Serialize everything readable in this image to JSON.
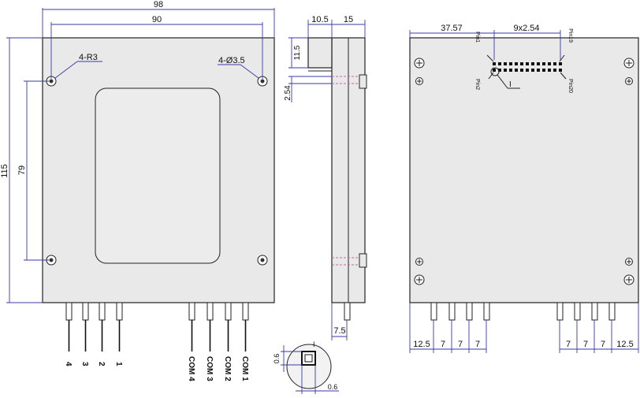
{
  "front_view": {
    "dims": {
      "overall_width": "98",
      "hole_spacing_width": "90",
      "overall_height": "115",
      "hole_spacing_height": "79"
    },
    "callouts": {
      "corner_radius": "4-R3",
      "hole_diameter": "4-Ø3.5"
    },
    "pin_labels_left": [
      "4",
      "3",
      "2",
      "1"
    ],
    "pin_labels_right": [
      "COM 4",
      "COM 3",
      "COM 2",
      "COM 1"
    ]
  },
  "side_view": {
    "dims": {
      "depth_a": "10.5",
      "depth_b": "15",
      "pin_height": "11.5",
      "pin_pitch": "2.54",
      "offset": "7.5"
    }
  },
  "detail_view": {
    "label": "I",
    "dims": {
      "pin_height": "0.6",
      "pin_width": "0.6"
    }
  },
  "rear_view": {
    "dims": {
      "connector_offset": "37.57",
      "connector_span": "9x2.54"
    },
    "pin_labels": {
      "p1": "Pin1",
      "p19": "Pin19",
      "p2": "Pin2",
      "p20": "Pin20"
    },
    "detail_marker": "I",
    "bottom_dims": [
      "12.5",
      "7",
      "7",
      "7",
      "7",
      "7",
      "7",
      "12.5"
    ]
  },
  "colors": {
    "dimension": "#3a3aa8",
    "outline": "#222222",
    "body": "#e9e9e9",
    "hidden": "#c06aa0"
  }
}
